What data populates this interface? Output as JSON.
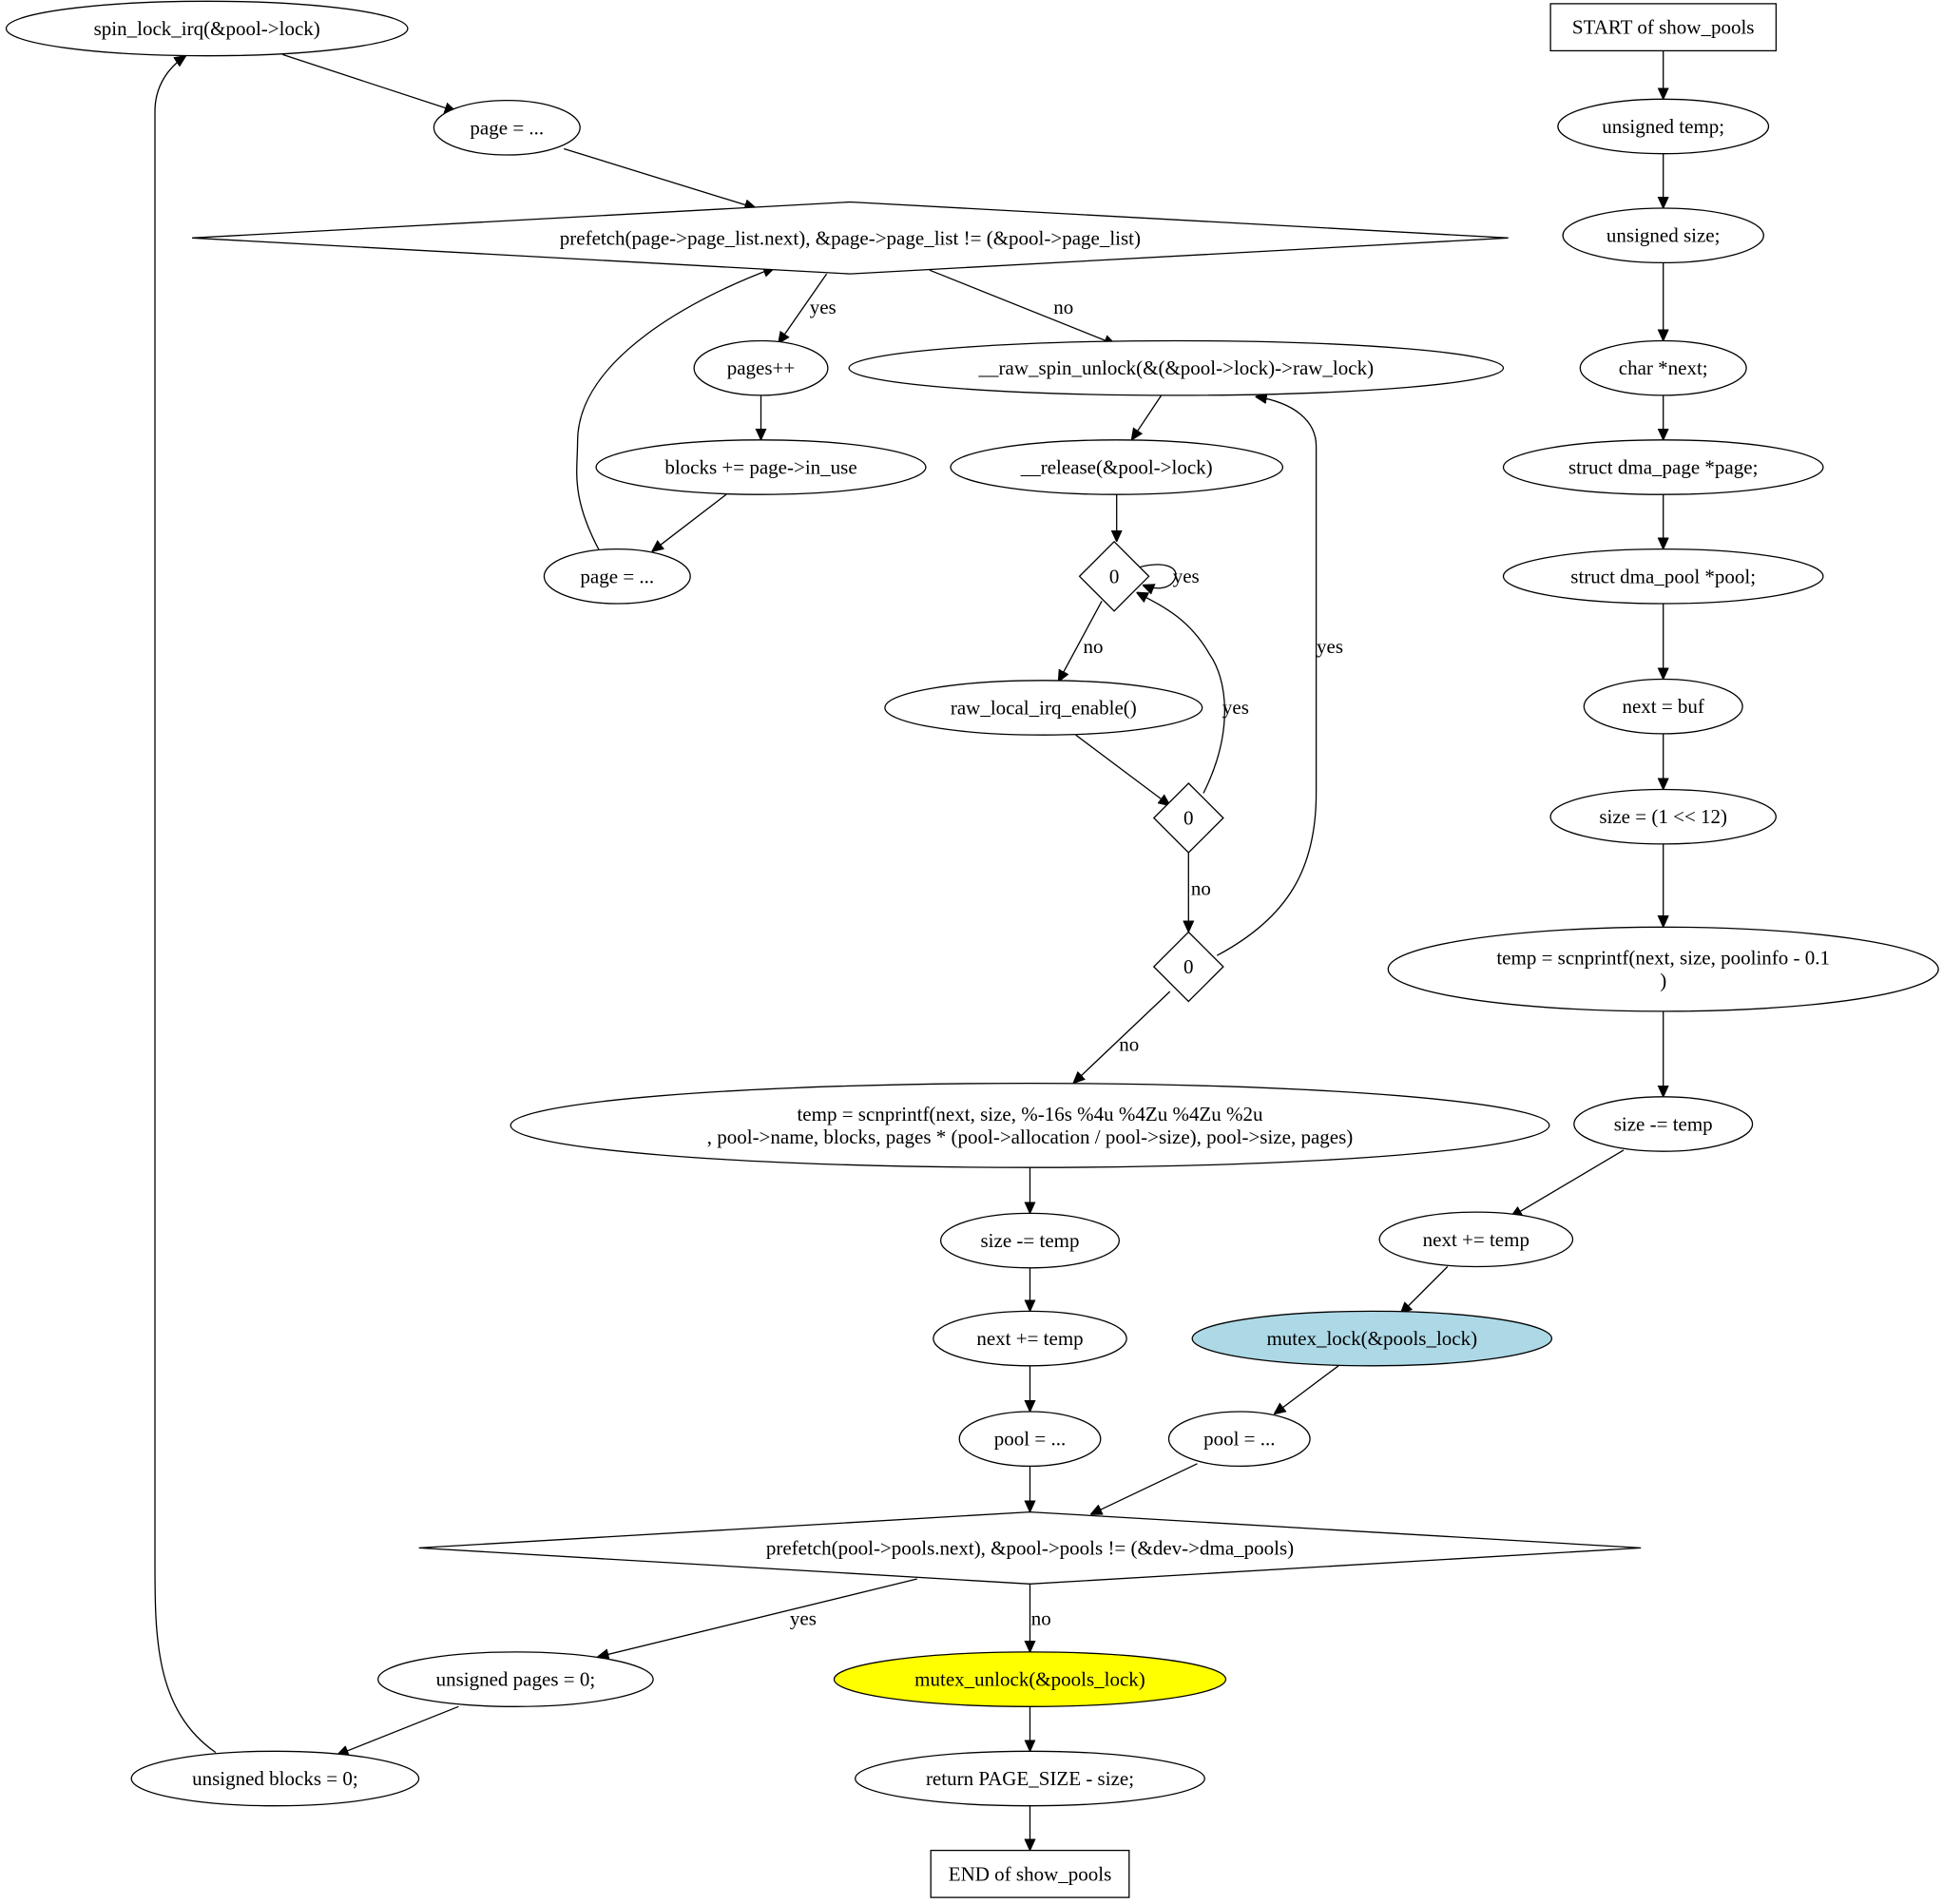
{
  "nodes": [
    {
      "id": "start",
      "shape": "box",
      "lines": [
        "START of show_pools"
      ]
    },
    {
      "id": "utemp",
      "shape": "ellipse",
      "lines": [
        "unsigned temp;"
      ]
    },
    {
      "id": "usize",
      "shape": "ellipse",
      "lines": [
        "unsigned size;"
      ]
    },
    {
      "id": "cnext",
      "shape": "ellipse",
      "lines": [
        "char *next;"
      ]
    },
    {
      "id": "spage",
      "shape": "ellipse",
      "lines": [
        "struct dma_page *page;"
      ]
    },
    {
      "id": "spool",
      "shape": "ellipse",
      "lines": [
        "struct dma_pool *pool;"
      ]
    },
    {
      "id": "nextbuf",
      "shape": "ellipse",
      "lines": [
        "next = buf"
      ]
    },
    {
      "id": "size12",
      "shape": "ellipse",
      "lines": [
        "size = (1 << 12)"
      ]
    },
    {
      "id": "temp1",
      "shape": "ellipse",
      "lines": [
        "temp = scnprintf(next, size, poolinfo - 0.1",
        ")"
      ]
    },
    {
      "id": "sizeminus1",
      "shape": "ellipse",
      "lines": [
        "size -= temp"
      ]
    },
    {
      "id": "nextplus1",
      "shape": "ellipse",
      "lines": [
        "next += temp"
      ]
    },
    {
      "id": "mutexlock",
      "shape": "ellipse",
      "fill": "#add8e6",
      "lines": [
        "mutex_lock(&pools_lock)"
      ]
    },
    {
      "id": "pool1",
      "shape": "ellipse",
      "lines": [
        "pool = ..."
      ]
    },
    {
      "id": "prefpool",
      "shape": "diamond",
      "lines": [
        "prefetch(pool->pools.next), &pool->pools != (&dev->dma_pools)"
      ]
    },
    {
      "id": "upages",
      "shape": "ellipse",
      "lines": [
        "unsigned pages = 0;"
      ]
    },
    {
      "id": "ublocks",
      "shape": "ellipse",
      "lines": [
        "unsigned blocks = 0;"
      ]
    },
    {
      "id": "spinlock",
      "shape": "ellipse",
      "lines": [
        "spin_lock_irq(&pool->lock)"
      ]
    },
    {
      "id": "page1",
      "shape": "ellipse",
      "lines": [
        "page = ..."
      ]
    },
    {
      "id": "prefpage",
      "shape": "diamond",
      "lines": [
        "prefetch(page->page_list.next), &page->page_list != (&pool->page_list)"
      ]
    },
    {
      "id": "pagespp",
      "shape": "ellipse",
      "lines": [
        "pages++"
      ]
    },
    {
      "id": "blocksplus",
      "shape": "ellipse",
      "lines": [
        "blocks += page->in_use"
      ]
    },
    {
      "id": "page2",
      "shape": "ellipse",
      "lines": [
        "page = ..."
      ]
    },
    {
      "id": "rawunlock",
      "shape": "ellipse",
      "lines": [
        "__raw_spin_unlock(&(&pool->lock)->raw_lock)"
      ]
    },
    {
      "id": "release",
      "shape": "ellipse",
      "lines": [
        "__release(&pool->lock)"
      ]
    },
    {
      "id": "d1",
      "shape": "diamond",
      "lines": [
        "0"
      ]
    },
    {
      "id": "rawirq",
      "shape": "ellipse",
      "lines": [
        "raw_local_irq_enable()"
      ]
    },
    {
      "id": "d2",
      "shape": "diamond",
      "lines": [
        "0"
      ]
    },
    {
      "id": "d3",
      "shape": "diamond",
      "lines": [
        "0"
      ]
    },
    {
      "id": "temp2",
      "shape": "ellipse",
      "lines": [
        "temp = scnprintf(next, size, %-16s %4u %4Zu %4Zu %2u",
        ", pool->name, blocks, pages * (pool->allocation / pool->size), pool->size, pages)"
      ]
    },
    {
      "id": "sizeminus2",
      "shape": "ellipse",
      "lines": [
        "size -= temp"
      ]
    },
    {
      "id": "nextplus2",
      "shape": "ellipse",
      "lines": [
        "next += temp"
      ]
    },
    {
      "id": "pool2",
      "shape": "ellipse",
      "lines": [
        "pool = ..."
      ]
    },
    {
      "id": "mutexunlock",
      "shape": "ellipse",
      "fill": "#ffff00",
      "lines": [
        "mutex_unlock(&pools_lock)"
      ]
    },
    {
      "id": "retpage",
      "shape": "ellipse",
      "lines": [
        "return PAGE_SIZE - size;"
      ]
    },
    {
      "id": "end",
      "shape": "box",
      "lines": [
        "END of show_pools"
      ]
    }
  ],
  "edges": [
    {
      "from": "start",
      "to": "utemp",
      "label": ""
    },
    {
      "from": "utemp",
      "to": "usize",
      "label": ""
    },
    {
      "from": "usize",
      "to": "cnext",
      "label": ""
    },
    {
      "from": "cnext",
      "to": "spage",
      "label": ""
    },
    {
      "from": "spage",
      "to": "spool",
      "label": ""
    },
    {
      "from": "spool",
      "to": "nextbuf",
      "label": ""
    },
    {
      "from": "nextbuf",
      "to": "size12",
      "label": ""
    },
    {
      "from": "size12",
      "to": "temp1",
      "label": ""
    },
    {
      "from": "temp1",
      "to": "sizeminus1",
      "label": ""
    },
    {
      "from": "sizeminus1",
      "to": "nextplus1",
      "label": ""
    },
    {
      "from": "nextplus1",
      "to": "mutexlock",
      "label": ""
    },
    {
      "from": "mutexlock",
      "to": "pool1",
      "label": ""
    },
    {
      "from": "pool1",
      "to": "prefpool",
      "label": ""
    },
    {
      "from": "prefpool",
      "to": "upages",
      "label": "yes"
    },
    {
      "from": "prefpool",
      "to": "mutexunlock",
      "label": "no"
    },
    {
      "from": "upages",
      "to": "ublocks",
      "label": ""
    },
    {
      "from": "ublocks",
      "to": "spinlock",
      "label": ""
    },
    {
      "from": "spinlock",
      "to": "page1",
      "label": ""
    },
    {
      "from": "page1",
      "to": "prefpage",
      "label": ""
    },
    {
      "from": "prefpage",
      "to": "pagespp",
      "label": "yes"
    },
    {
      "from": "prefpage",
      "to": "rawunlock",
      "label": "no"
    },
    {
      "from": "pagespp",
      "to": "blocksplus",
      "label": ""
    },
    {
      "from": "blocksplus",
      "to": "page2",
      "label": ""
    },
    {
      "from": "page2",
      "to": "prefpage",
      "label": ""
    },
    {
      "from": "rawunlock",
      "to": "release",
      "label": ""
    },
    {
      "from": "release",
      "to": "d1",
      "label": ""
    },
    {
      "from": "d1",
      "to": "d1",
      "label": "yes"
    },
    {
      "from": "d1",
      "to": "rawirq",
      "label": "no"
    },
    {
      "from": "rawirq",
      "to": "d2",
      "label": ""
    },
    {
      "from": "d2",
      "to": "d1",
      "label": "yes"
    },
    {
      "from": "d2",
      "to": "d3",
      "label": "no"
    },
    {
      "from": "d3",
      "to": "rawunlock",
      "label": "yes"
    },
    {
      "from": "d3",
      "to": "temp2",
      "label": "no"
    },
    {
      "from": "temp2",
      "to": "sizeminus2",
      "label": ""
    },
    {
      "from": "sizeminus2",
      "to": "nextplus2",
      "label": ""
    },
    {
      "from": "nextplus2",
      "to": "pool2",
      "label": ""
    },
    {
      "from": "pool2",
      "to": "prefpool",
      "label": ""
    },
    {
      "from": "mutexunlock",
      "to": "retpage",
      "label": ""
    },
    {
      "from": "retpage",
      "to": "end",
      "label": ""
    }
  ]
}
